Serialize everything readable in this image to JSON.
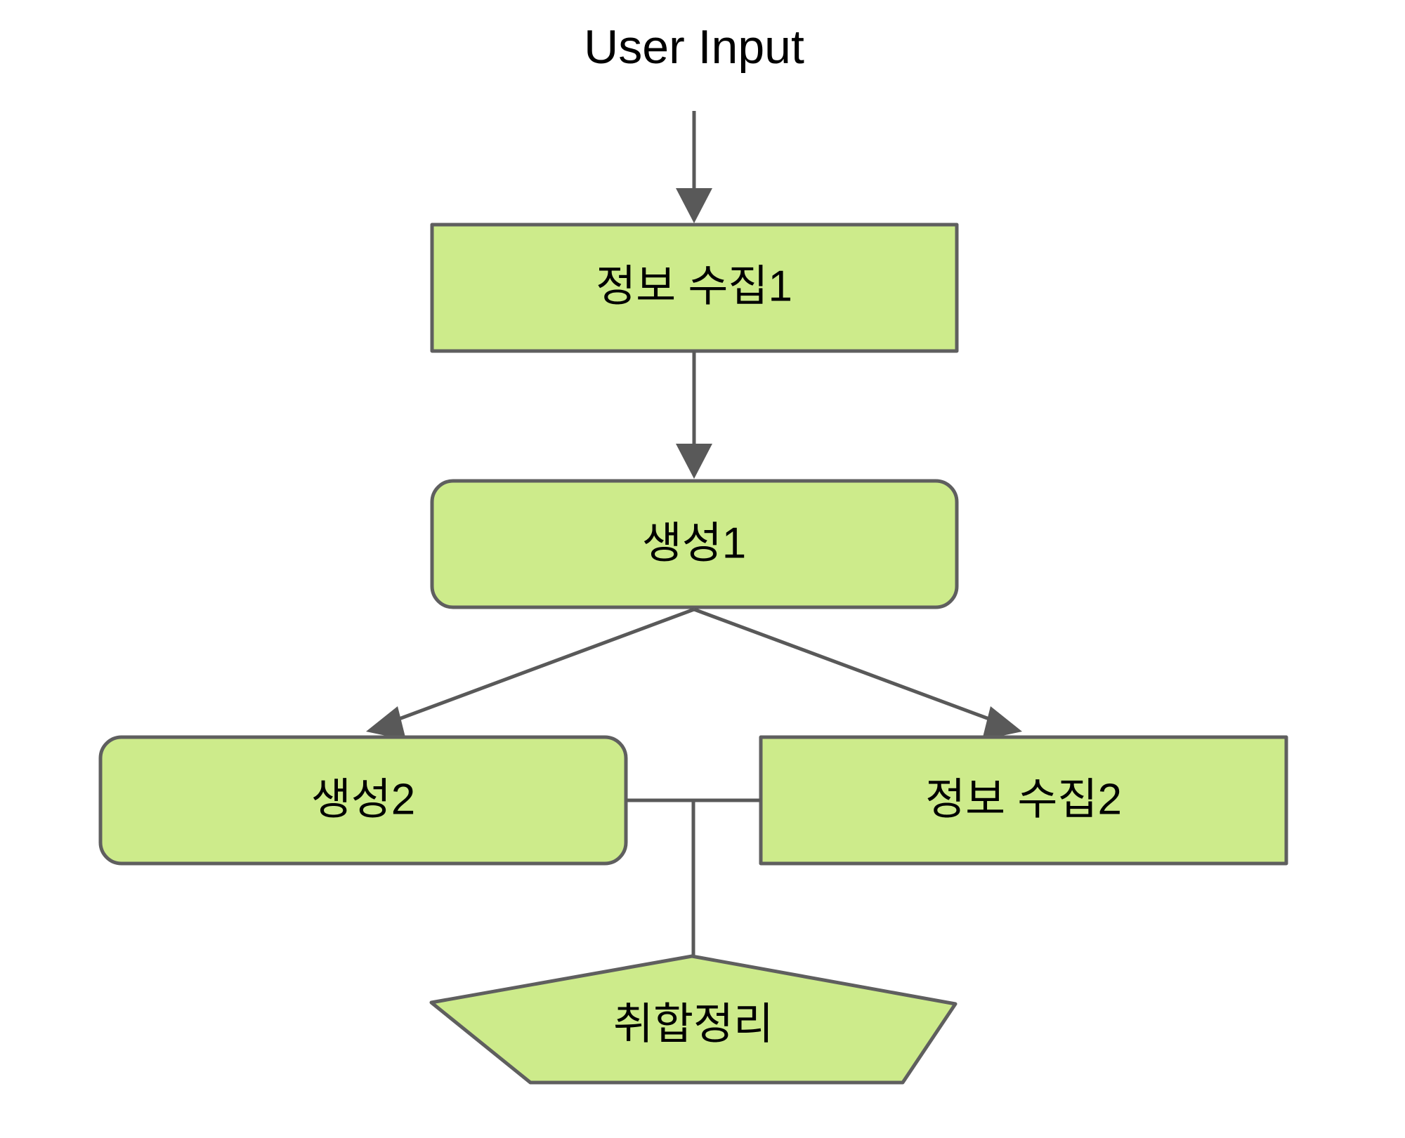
{
  "diagram": {
    "title": "User Input",
    "background_color": "#ffffff",
    "node_fill_color": "#cdeb8b",
    "node_border_color": "#5f5f5f",
    "edge_color": "#595959",
    "text_color": "#000000",
    "nodes": [
      {
        "id": "n1",
        "label": "정보 수집1",
        "shape": "rectangle"
      },
      {
        "id": "n2",
        "label": "생성1",
        "shape": "rounded-rectangle"
      },
      {
        "id": "n3",
        "label": "생성2",
        "shape": "rounded-rectangle"
      },
      {
        "id": "n4",
        "label": "정보 수집2",
        "shape": "rectangle"
      },
      {
        "id": "n5",
        "label": "취합정리",
        "shape": "pentagon"
      }
    ],
    "edges": [
      {
        "from": "User Input",
        "to": "정보 수집1",
        "style": "arrow"
      },
      {
        "from": "정보 수집1",
        "to": "생성1",
        "style": "arrow"
      },
      {
        "from": "생성1",
        "to": "생성2",
        "style": "arrow"
      },
      {
        "from": "생성1",
        "to": "정보 수집2",
        "style": "arrow"
      },
      {
        "from": "생성2",
        "to": "정보 수집2",
        "style": "line"
      },
      {
        "from": "생성2-정보 수집2",
        "to": "취합정리",
        "style": "line"
      }
    ]
  }
}
